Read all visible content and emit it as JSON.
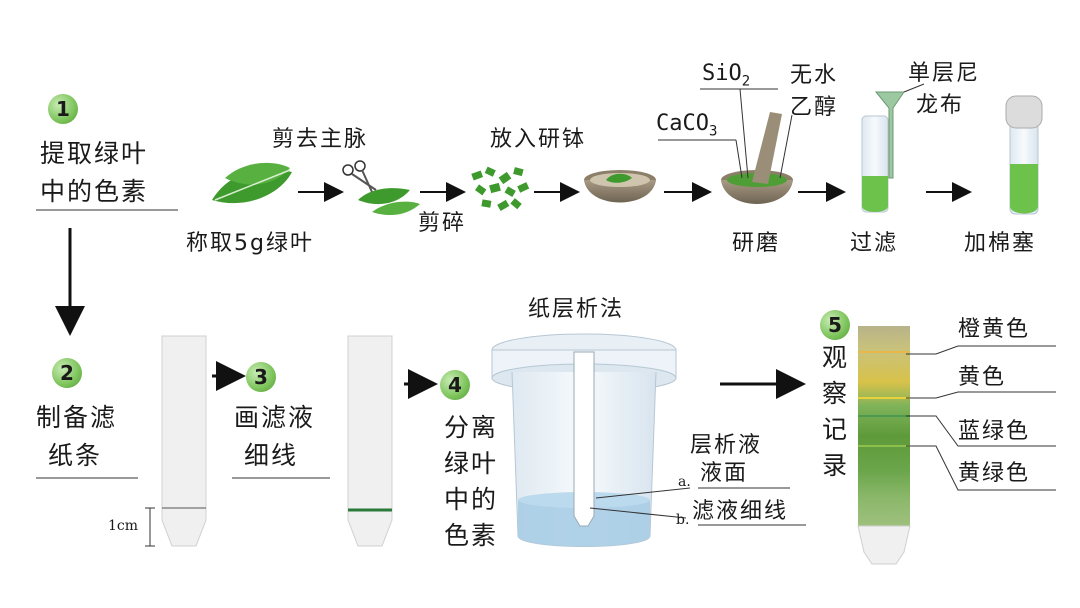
{
  "steps": [
    {
      "number": "1",
      "label_line1": "提取绿叶",
      "label_line2": "中的色素"
    },
    {
      "number": "2",
      "label_line1": "制备滤",
      "label_line2": "纸条"
    },
    {
      "number": "3",
      "label_line1": "画滤液",
      "label_line2": "细线"
    },
    {
      "number": "4",
      "label_line1": "分离",
      "label_line2": "绿叶",
      "label_line3": "中的",
      "label_line4": "色素"
    },
    {
      "number": "5",
      "label_line1": "观",
      "label_line2": "察",
      "label_line3": "记",
      "label_line4": "录"
    }
  ],
  "extraction": {
    "weigh": "称取5g绿叶",
    "cut_vein": "剪去主脉",
    "chop": "剪碎",
    "mortar": "放入研钵",
    "sio2": "SiO2",
    "sio2_main": "SiO",
    "sio2_sub": "2",
    "caco3_main": "CaCO",
    "caco3_sub": "3",
    "ethanol_line1": "无水",
    "ethanol_line2": "乙醇",
    "nylon_line1": "单层尼",
    "nylon_line2": "龙布",
    "grind": "研磨",
    "filter": "过滤",
    "stopper": "加棉塞"
  },
  "paper_strip": {
    "measure": "1cm"
  },
  "chromatography": {
    "title": "纸层析法",
    "liquid_label": "层析液",
    "label_a_marker": "a.",
    "label_a": "液面",
    "label_b_marker": "b.",
    "label_b": "滤液细线"
  },
  "bands": [
    "橙黄色",
    "黄色",
    "蓝绿色",
    "黄绿色"
  ],
  "colors": {
    "leaf": "#3f9a2e",
    "extract": "#6cc24a",
    "step_badge": "#7cc35a",
    "solvent": "#a8cde6"
  }
}
